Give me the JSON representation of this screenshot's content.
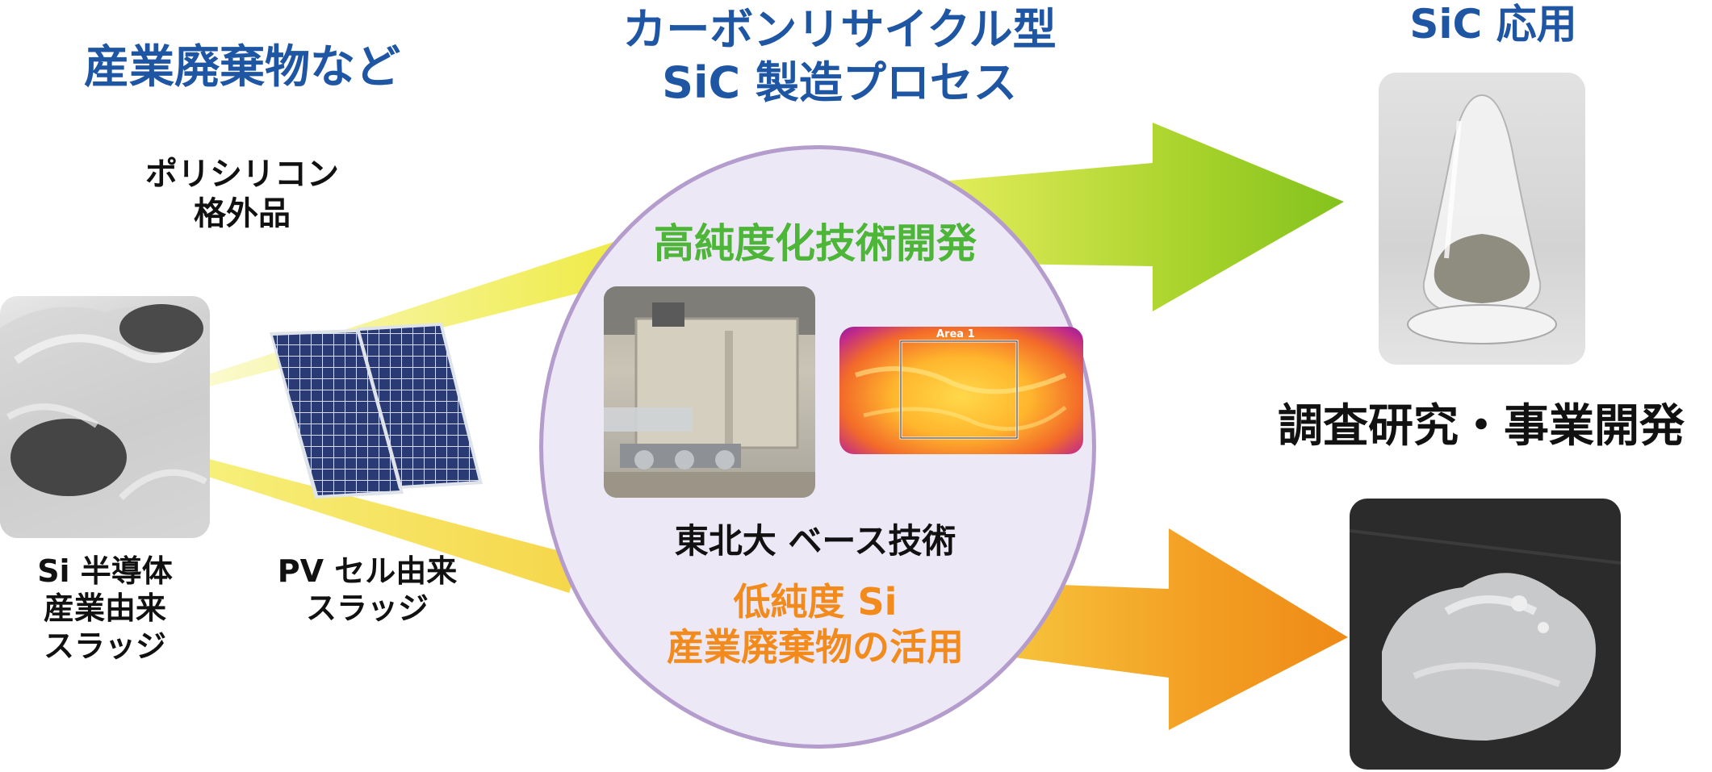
{
  "titles": {
    "industrial_waste": "産業廃棄物など",
    "process": "カーボンリサイクル型\nSiC 製造プロセス",
    "application": "SiC 応用"
  },
  "sources": {
    "polysilicon": "ポリシリコン\n格外品",
    "si_semiconductor": "Si 半導体\n産業由来\nスラッジ",
    "pv_cell": "PV セル由来\nスラッジ"
  },
  "center": {
    "high_purity": "高純度化技術開発",
    "tohoku_base": "東北大 ベース技術",
    "low_purity": "低純度 Si\n産業廃棄物の活用",
    "thermal_area_label": "Area 1"
  },
  "outcomes": {
    "research": "調査研究・事業開発"
  },
  "colors": {
    "title_blue": "#1f56a4",
    "green": "#4db537",
    "orange": "#f28a1c",
    "circle_fill": "#ede8f6",
    "circle_stroke": "#b49ccc",
    "yellow_arrow": "#f1ee5c"
  }
}
